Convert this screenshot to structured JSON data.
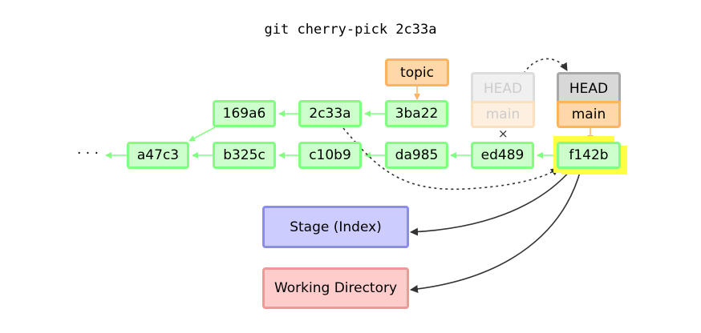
{
  "title": "git cherry-pick 2c33a",
  "ellipsis": "· · ·",
  "cross_mark": "×",
  "commits": {
    "a47c3": "a47c3",
    "b325c": "b325c",
    "c10b9": "c10b9",
    "da985": "da985",
    "ed489": "ed489",
    "f142b": "f142b",
    "169a6": "169a6",
    "2c33a": "2c33a",
    "3ba22": "3ba22"
  },
  "refs": {
    "topic": "topic",
    "old_head": "HEAD",
    "old_main": "main",
    "head": "HEAD",
    "main": "main"
  },
  "areas": {
    "stage": "Stage (Index)",
    "working_directory": "Working Directory"
  },
  "colors": {
    "commit_fill": "#ccffcc",
    "commit_border": "#80ff80",
    "ref_fill": "#ffd7a8",
    "ref_border": "#ffb35a",
    "head_fill": "#d8d8d8",
    "head_border": "#a8a8a8",
    "stage_fill": "#ccccff",
    "stage_border": "#8c8cf0",
    "workdir_fill": "#ffcccc",
    "workdir_border": "#f09898",
    "highlight": "#ffff44"
  }
}
